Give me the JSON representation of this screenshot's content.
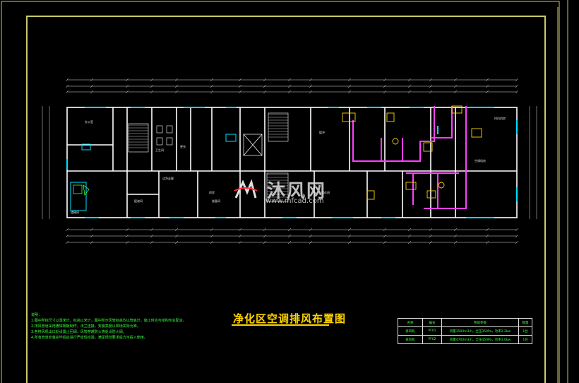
{
  "drawing": {
    "title": "净化区空调排风布置图",
    "watermark_brand": "沐风网",
    "watermark_url": "www.mfcad.com"
  },
  "notes": {
    "heading": "说明：",
    "lines": [
      "1.图中所标尺寸以毫米计，标高以米计，图中所示风管标高均以管底计，施工时应与结构专业配合。",
      "2.排风管道采用镀锌钢板制作，法兰连接，安装高度以现场实际为准。",
      "3.各排风机出口处设置止回阀，风管穿越防火墙处设防火阀。",
      "4.所有管道安装完毕后应进行严密性检验，满足规范要求后方可投入使用。"
    ]
  },
  "equipment_table": {
    "headers": [
      "名称",
      "编号",
      "性能参数",
      "数量"
    ],
    "rows": [
      [
        "排风机",
        "PF01",
        "风量3500m3/h，全压350Pa，功率2.2kw",
        "1台"
      ],
      [
        "排风机",
        "PF02",
        "风量4700m3/h，全压450Pa，功率3.0kw",
        "1台"
      ]
    ]
  },
  "rooms": [
    "办公室",
    "更衣",
    "缓冲",
    "洁净走廊",
    "配液间",
    "准备间",
    "储存间",
    "空调机房",
    "排风机房",
    "卫生间",
    "前室",
    "楼梯间"
  ],
  "colors": {
    "background": "#000000",
    "walls": "#ffffff",
    "windows": "#00e0ff",
    "ducts": "#ff40ff",
    "equipment": "#ffd400",
    "text": "#3cff3c",
    "dimension": "#e0e0e0",
    "frame": "#d0d060"
  }
}
